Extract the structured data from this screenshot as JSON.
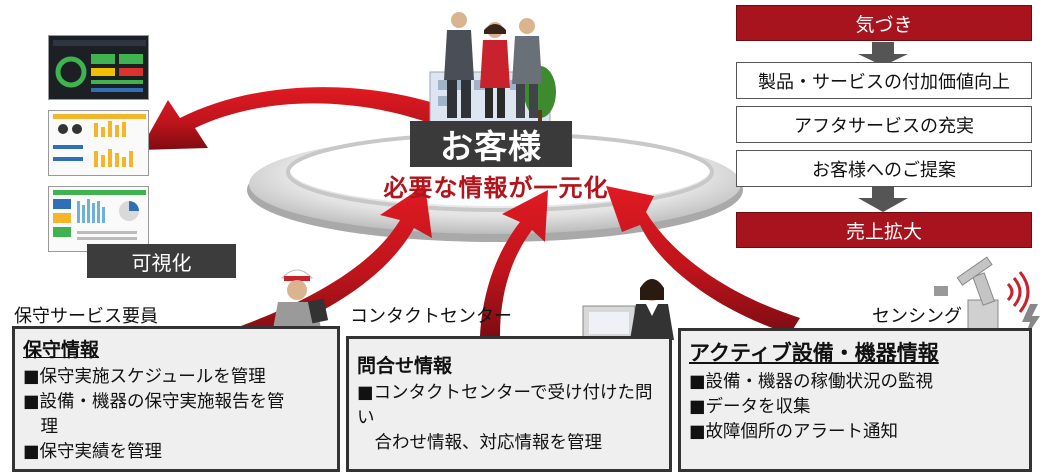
{
  "center": {
    "customer_label": "お客様",
    "unify_text": "必要な情報が一元化"
  },
  "visualization": {
    "label": "可視化"
  },
  "flow": {
    "top": "気づき",
    "items": [
      "製品・サービスの付加価値向上",
      "アフタサービスの充実",
      "お客様へのご提案"
    ],
    "bottom": "売上拡大"
  },
  "roles": {
    "maintenance": "保守サービス要員",
    "contact": "コンタクトセンター",
    "sensing": "センシング"
  },
  "boxes": [
    {
      "title": "保守情報",
      "items": [
        "■保守実施スケジュールを管理",
        "■設備・機器の保守実施報告を管",
        "　理",
        "■保守実績を管理"
      ]
    },
    {
      "title": "問合せ情報",
      "items": [
        "■コンタクトセンターで受け付けた問い",
        "　合わせ情報、対応情報を管理"
      ]
    },
    {
      "title": "アクティブ設備・機器情報",
      "items": [
        "■設備・機器の稼働状況の監視",
        "■データを収集",
        "■故障個所のアラート通知"
      ]
    }
  ],
  "colors": {
    "accent_red": "#a8141d",
    "dark_label": "#3a3a3a",
    "arrow_red": "#c0141c"
  },
  "icons": [
    "people-group-icon",
    "building-icon",
    "tree-icon",
    "worker-tablet-icon",
    "operator-headset-icon",
    "computer-monitor-icon",
    "robot-arm-icon",
    "wireless-signal-icon",
    "lightning-icon"
  ]
}
